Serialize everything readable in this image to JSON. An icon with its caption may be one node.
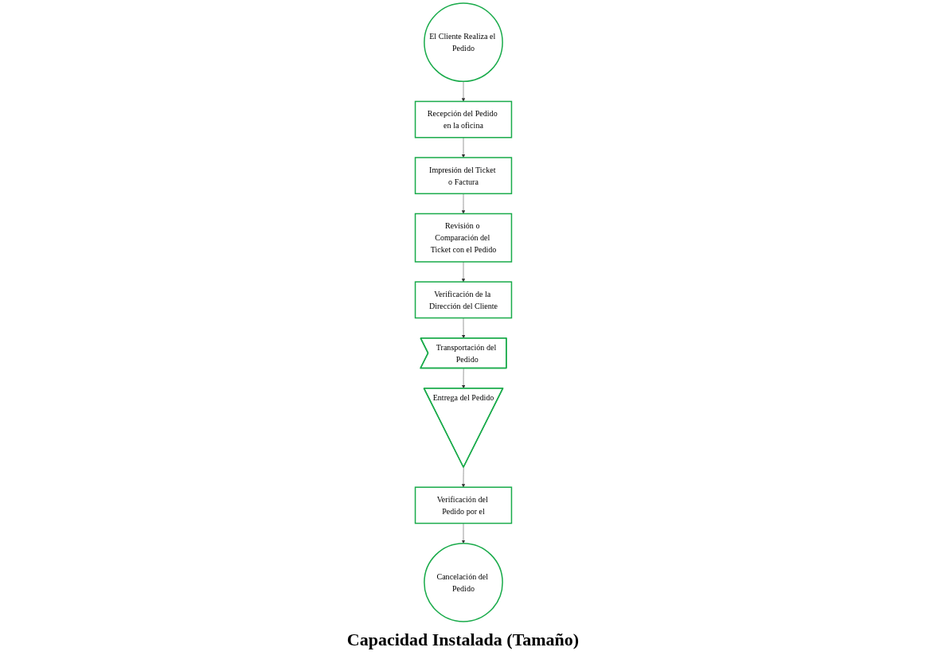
{
  "diagram": {
    "nodes": [
      {
        "text": [
          "El Cliente Realiza el Pedido"
        ]
      },
      {
        "text": [
          "Recepción del Pedido en la oficina"
        ]
      },
      {
        "text": [
          "Impresión del Ticket o Factura"
        ]
      },
      {
        "text": [
          "Revisión o Comparación del Ticket con el Pedido"
        ]
      },
      {
        "text": [
          "Verificación de la Dirección del Cliente"
        ]
      },
      {
        "text": [
          "Transportación del Pedido"
        ]
      },
      {
        "text": [
          "Entrega del Pedido"
        ]
      },
      {
        "text": [
          "Verificación del Pedido por el"
        ]
      },
      {
        "text": [
          "Cancelación del Pedido"
        ]
      }
    ],
    "edges": [
      {
        "from": 0,
        "to": 1,
        "arrow": "to"
      },
      {
        "from": 1,
        "to": 2,
        "arrow": "to"
      },
      {
        "from": 2,
        "to": 3,
        "arrow": "to"
      },
      {
        "from": 3,
        "to": 4,
        "arrow": "to"
      },
      {
        "from": 4,
        "to": 5,
        "arrow": "to"
      },
      {
        "from": 5,
        "to": 6,
        "arrow": "to"
      },
      {
        "from": 6,
        "to": 7,
        "arrow": "to"
      },
      {
        "from": 7,
        "to": 8,
        "arrow": "to"
      }
    ],
    "labels": [
      "Capacidad Instalada (Tamaño)"
    ]
  }
}
